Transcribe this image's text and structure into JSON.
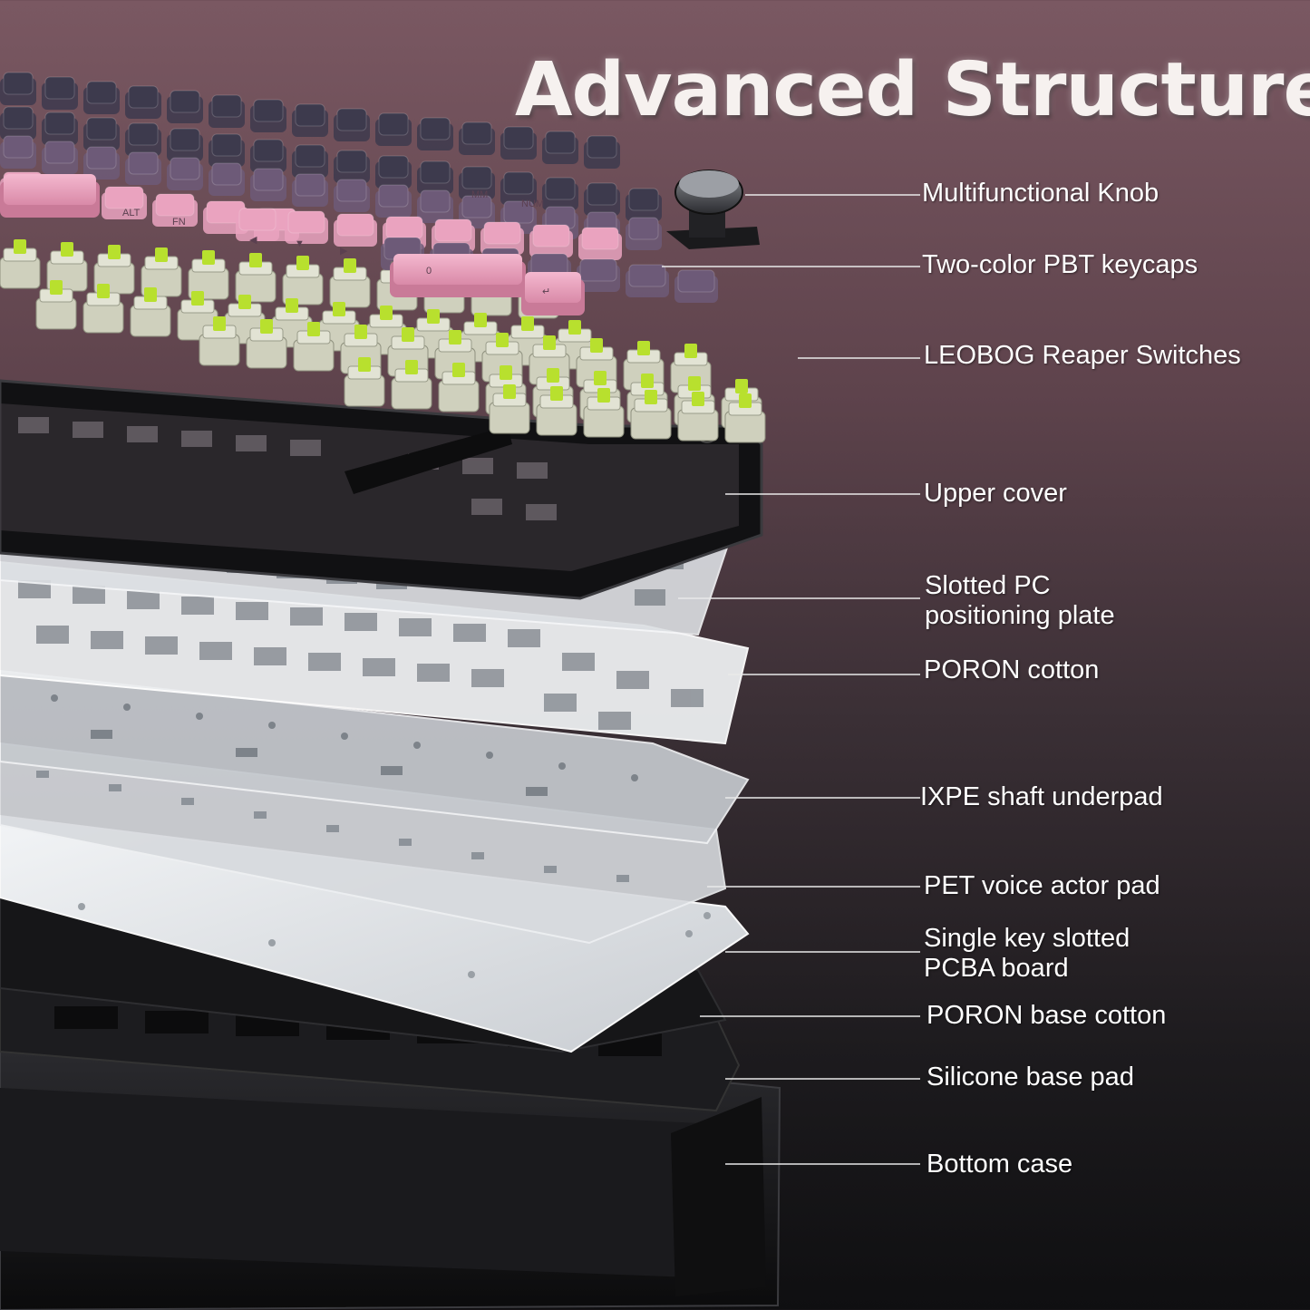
{
  "title": "Advanced Structure",
  "layers": [
    {
      "id": "knob",
      "lines": [
        "Multifunctional Knob"
      ]
    },
    {
      "id": "keycaps",
      "lines": [
        "Two-color PBT keycaps"
      ]
    },
    {
      "id": "switches",
      "lines": [
        "LEOBOG Reaper Switches"
      ]
    },
    {
      "id": "upper-cover",
      "lines": [
        "Upper cover"
      ]
    },
    {
      "id": "pc-plate",
      "lines": [
        "Slotted PC",
        "positioning plate"
      ]
    },
    {
      "id": "poron-cotton",
      "lines": [
        "PORON cotton"
      ]
    },
    {
      "id": "ixpe",
      "lines": [
        "IXPE shaft underpad"
      ]
    },
    {
      "id": "pet",
      "lines": [
        "PET voice actor pad"
      ]
    },
    {
      "id": "pcba",
      "lines": [
        "Single key slotted",
        "PCBA board"
      ]
    },
    {
      "id": "poron-base",
      "lines": [
        "PORON base cotton"
      ]
    },
    {
      "id": "silicone",
      "lines": [
        "Silicone base pad"
      ]
    },
    {
      "id": "bottom-case",
      "lines": [
        "Bottom case"
      ]
    }
  ],
  "keycap_legends": [
    "ALT",
    "FN",
    "◀",
    "▼",
    "▶",
    "0",
    ".",
    "↵",
    "NUM",
    "MM"
  ],
  "colors": {
    "keycap_dark": "#3d3a4d",
    "keycap_purple": "#6d5a78",
    "keycap_pink": "#eaa3bf",
    "switch_stem": "#b8e02e",
    "switch_housing": "#cfd0bd",
    "plate_white": "#e9ecef",
    "case_black": "#141416"
  }
}
